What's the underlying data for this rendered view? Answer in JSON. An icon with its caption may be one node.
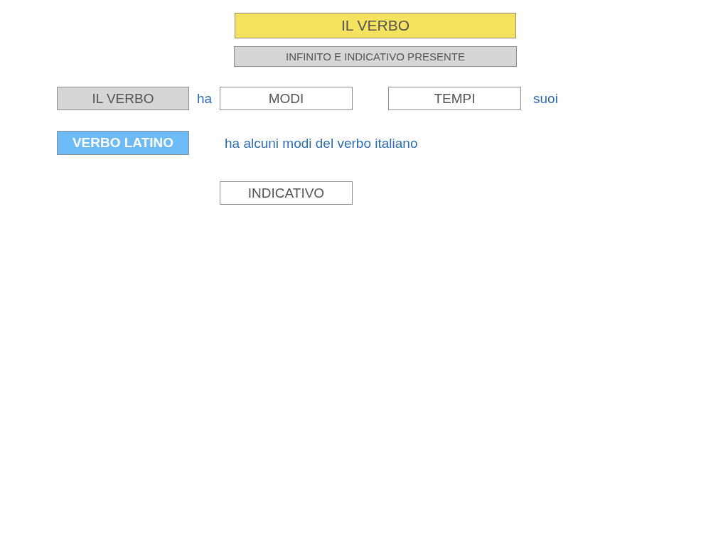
{
  "diagram": {
    "nodes": [
      {
        "text": [
          "IL VERBO"
        ]
      },
      {
        "text": [
          "INFINITO E INDICATIVO PRESENTE"
        ]
      },
      {
        "text": [
          "IL VERBO"
        ]
      },
      {
        "text": [
          "MODI"
        ]
      },
      {
        "text": [
          "TEMPI"
        ]
      },
      {
        "text": [
          "VERBO LATINO"
        ]
      },
      {
        "text": [
          "INDICATIVO"
        ]
      }
    ],
    "labels": [
      "ha",
      "suoi",
      "ha alcuni modi del verbo italiano"
    ]
  }
}
